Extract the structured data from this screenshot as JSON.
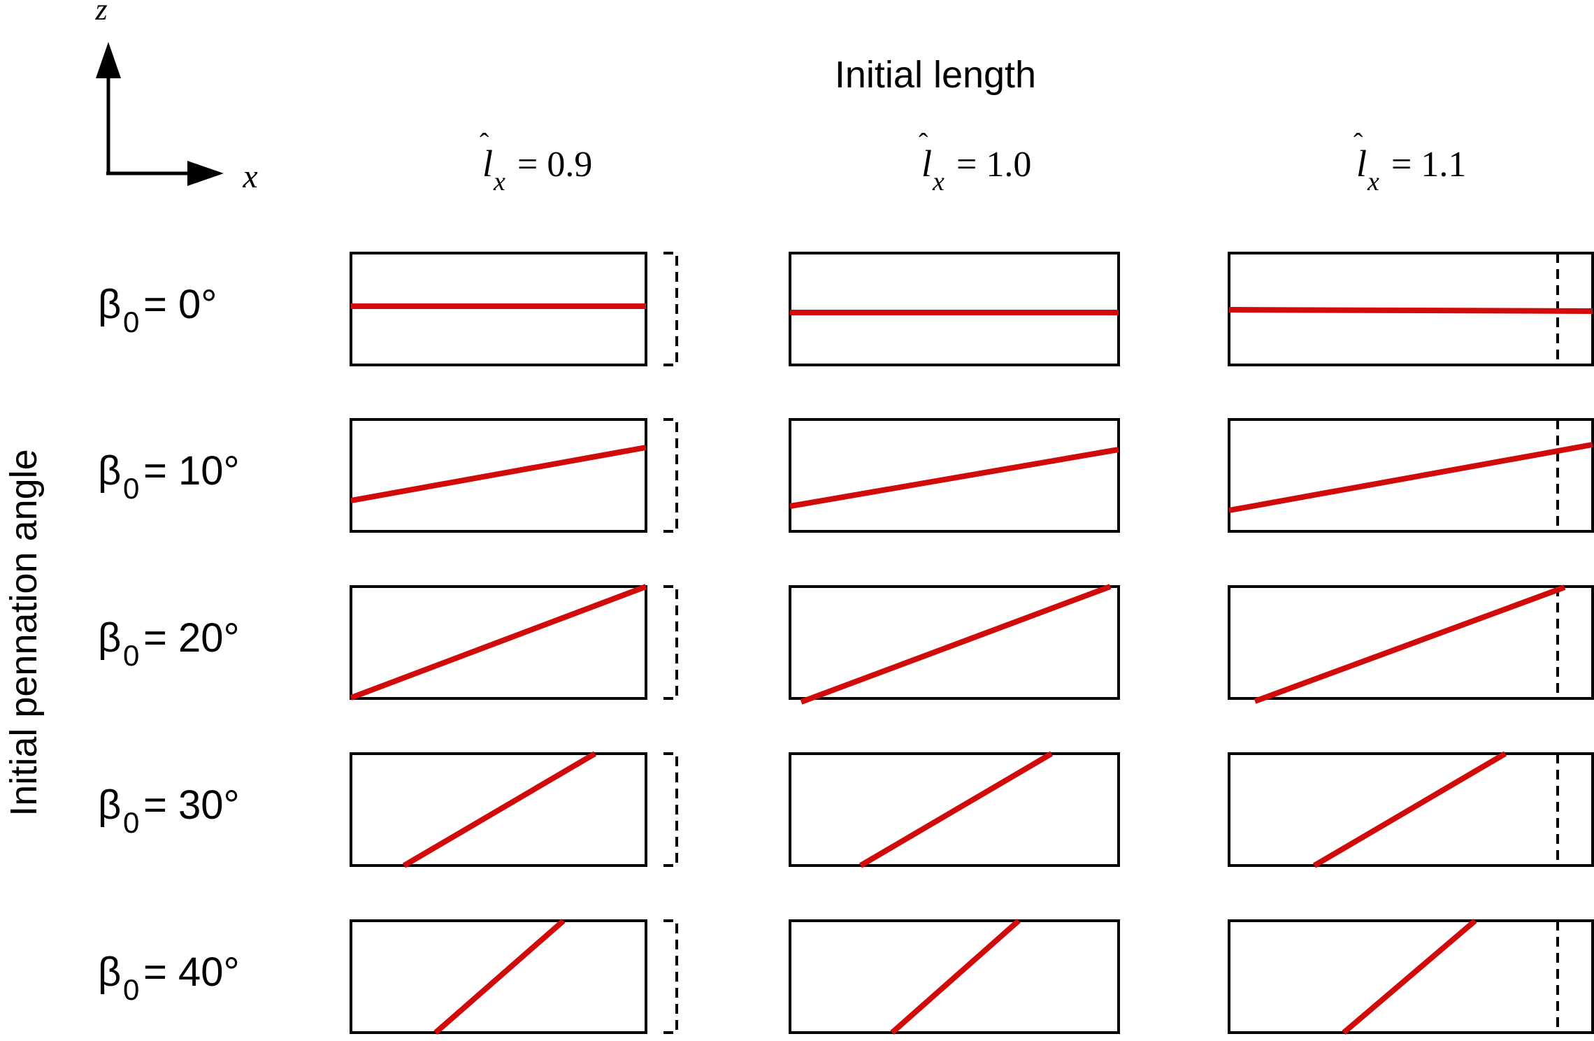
{
  "axes_indicator": {
    "vertical_label": "z",
    "horizontal_label": "x"
  },
  "column_header": "Initial length",
  "row_header": "Initial pennation angle",
  "columns": [
    {
      "symbol": "l",
      "subscript": "x",
      "value_text": "= 0.9",
      "value": 0.9
    },
    {
      "symbol": "l",
      "subscript": "x",
      "value_text": "= 1.0",
      "value": 1.0
    },
    {
      "symbol": "l",
      "subscript": "x",
      "value_text": "= 1.1",
      "value": 1.1
    }
  ],
  "rows": [
    {
      "symbol": "β",
      "subscript": "0",
      "value_text": "= 0°",
      "angle_deg": 0
    },
    {
      "symbol": "β",
      "subscript": "0",
      "value_text": "= 10°",
      "angle_deg": 10
    },
    {
      "symbol": "β",
      "subscript": "0",
      "value_text": "= 20°",
      "angle_deg": 20
    },
    {
      "symbol": "β",
      "subscript": "0",
      "value_text": "= 30°",
      "angle_deg": 30
    },
    {
      "symbol": "β",
      "subscript": "0",
      "value_text": "= 40°",
      "angle_deg": 40
    }
  ],
  "colors": {
    "fiber": "#d10a0a",
    "outline": "#000000"
  }
}
